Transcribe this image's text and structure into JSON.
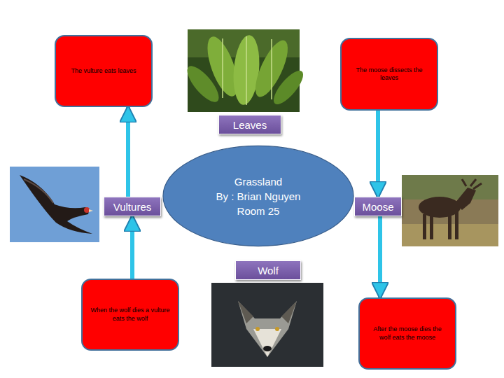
{
  "diagram": {
    "nodes": [
      {
        "text": [
          "The vulture eats leaves"
        ]
      },
      {
        "text": [
          "Leaves"
        ]
      },
      {
        "text": [
          "The moose dissects the leaves"
        ]
      },
      {
        "text": [
          "Vultures"
        ]
      },
      {
        "text": [
          "Grassland",
          "By : Brian Nguyen",
          "Room 25"
        ]
      },
      {
        "text": [
          "Moose"
        ]
      },
      {
        "text": [
          "Wolf"
        ]
      },
      {
        "text": [
          "When the wolf dies a vulture eats the wolf"
        ]
      },
      {
        "text": [
          "After the moose dies the wolf eats the moose"
        ]
      }
    ],
    "edges": [
      {
        "from": 3,
        "to": 0,
        "arrow": "to"
      },
      {
        "from": 2,
        "to": 5,
        "arrow": "to"
      },
      {
        "from": 5,
        "to": 8,
        "arrow": "to"
      },
      {
        "from": 7,
        "to": 3,
        "arrow": "to"
      }
    ]
  }
}
